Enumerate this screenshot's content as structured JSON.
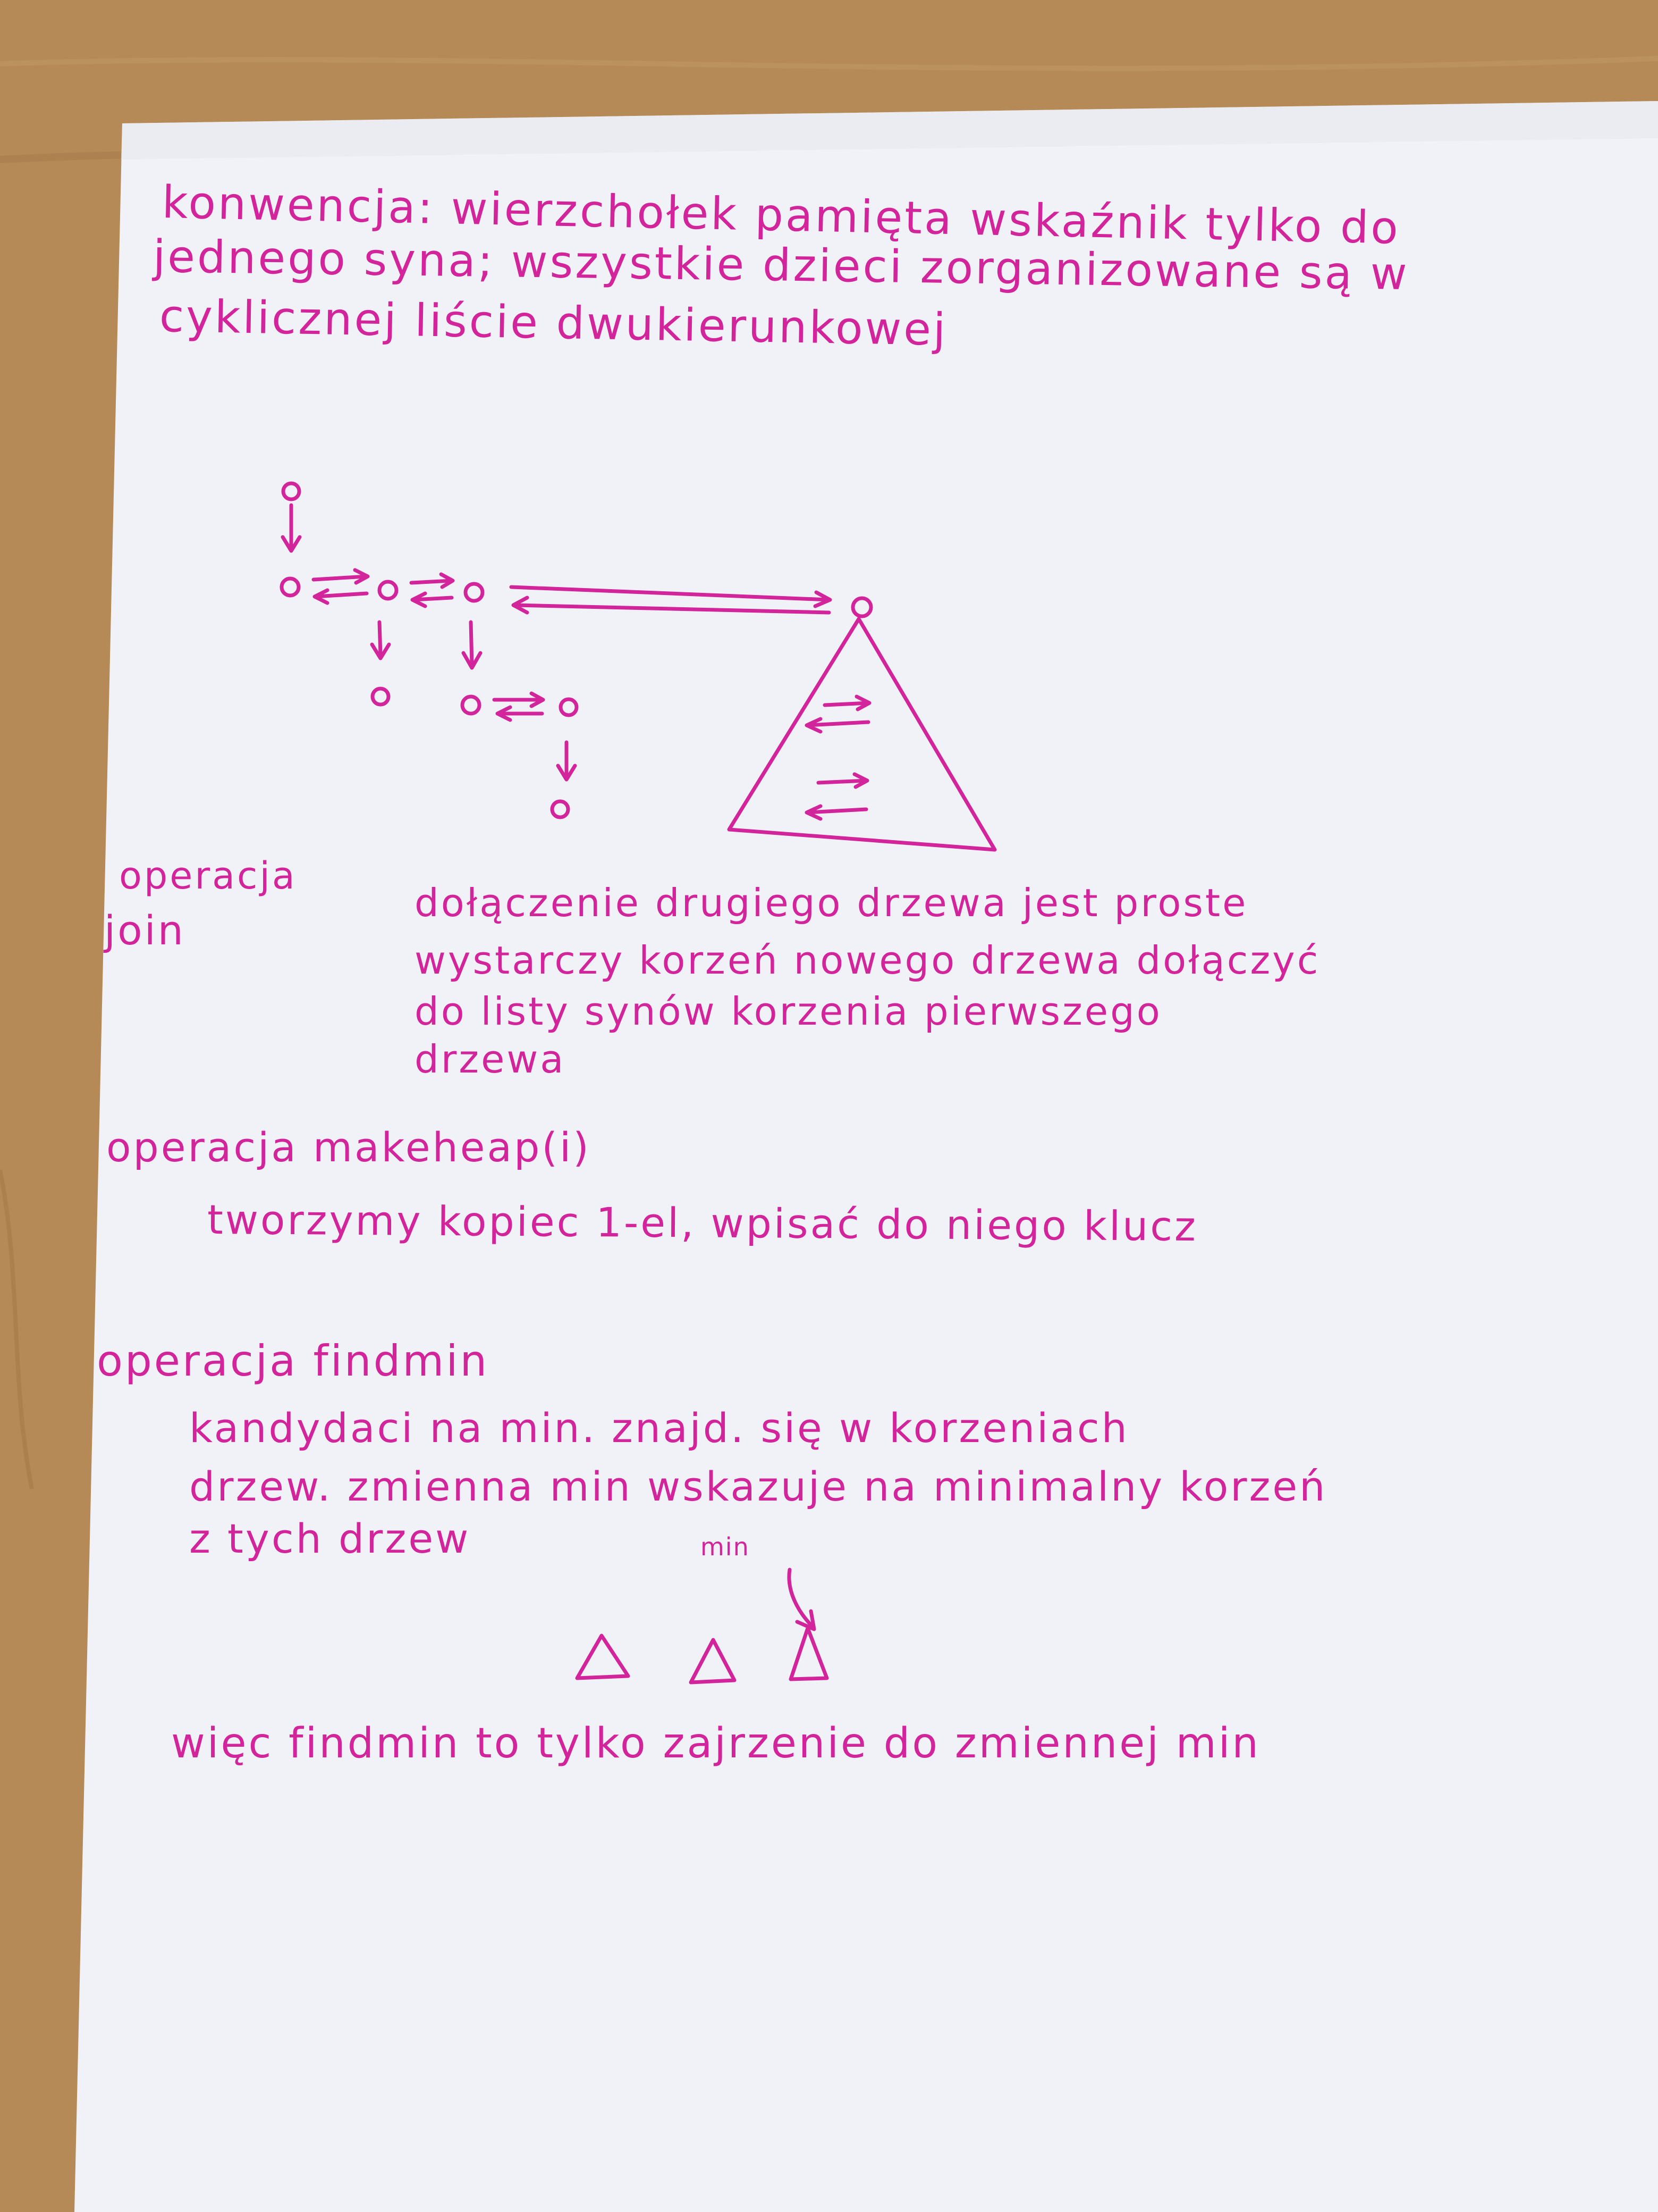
{
  "note": {
    "ink_color": "#d2259b",
    "paper_color": "#f1f2f7",
    "table_color": "#b58a57",
    "lines": [
      "konwencja: wierzchołek pamięta wskaźnik tylko do",
      "jednego syna; wszystkie dzieci zorganizowane są w",
      "cyklicznej liście dwukierunkowej"
    ],
    "join_label_1": "operacja",
    "join_label_2": "join",
    "join_text": [
      "dołączenie drugiego drzewa jest proste",
      "wystarczy korzeń nowego drzewa dołączyć",
      "do listy synów korzenia pierwszego",
      "drzewa"
    ],
    "makeheap_title": "operacja makeheap(i)",
    "makeheap_text": "tworzymy kopiec 1-el, wpisać do niego klucz",
    "findmin_title": "operacja findmin",
    "findmin_text": [
      "kandydaci na min. znajd. się w korzeniach",
      "drzew. zmienna min wskazuje na minimalny korzeń",
      "z tych drzew"
    ],
    "min_label": "min",
    "findmin_conclusion": "więc findmin to tylko zajrzenie do zmiennej min"
  }
}
